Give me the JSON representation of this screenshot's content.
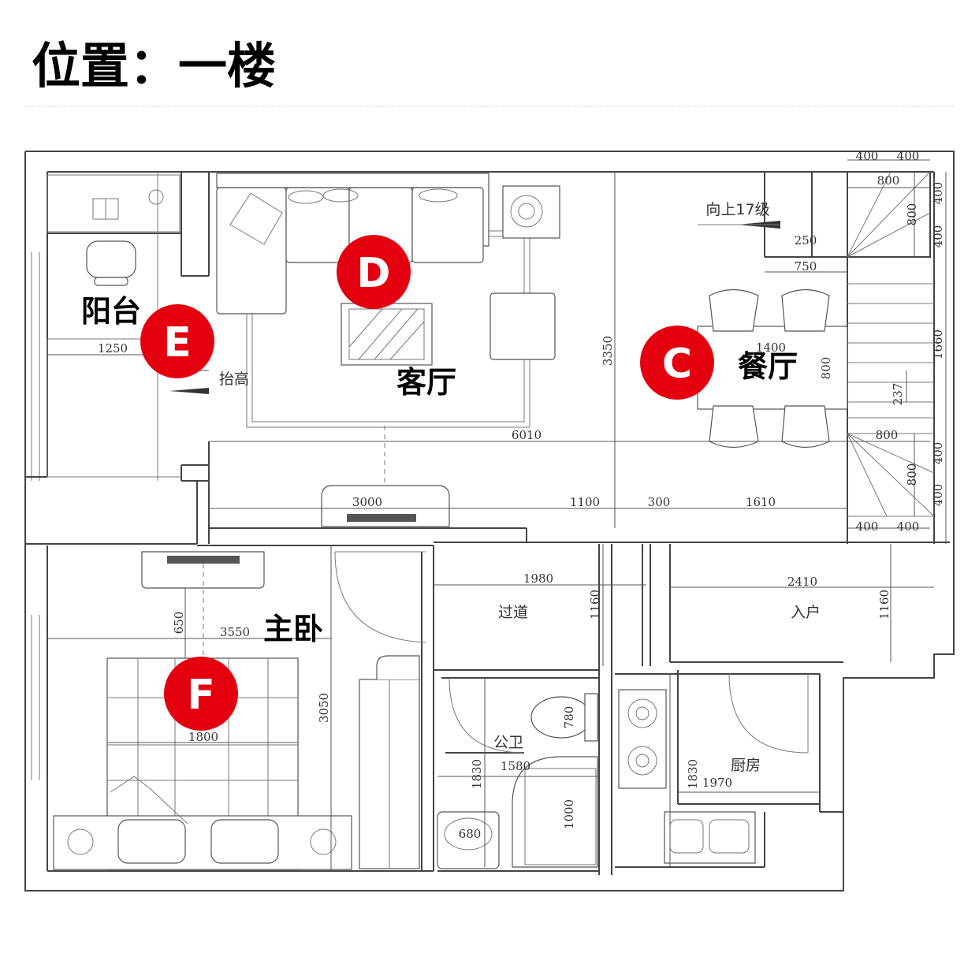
{
  "title": "位置：一楼",
  "rooms": {
    "living_room": "客厅",
    "dining_room": "餐厅",
    "balcony": "阳台",
    "master_bedroom": "主卧",
    "corridor": "过道",
    "entrance": "入户",
    "bathroom": "公卫",
    "kitchen": "厨房"
  },
  "notes": {
    "stairs_up": "向上17级",
    "raised_floor": "抬高"
  },
  "markers": {
    "living_room": "D",
    "dining_room": "C",
    "balcony": "E",
    "master_bedroom": "F"
  },
  "dimensions": {
    "stair_top_left": "400",
    "stair_top_right": "400",
    "stair_width_top": "800",
    "stair_run_top": "800",
    "stair_right_top_a": "400",
    "stair_right_top_b": "400",
    "landing_250": "250",
    "landing_750": "750",
    "stair_run_mid": "1660",
    "step_237": "237",
    "stair_width_bottom": "800",
    "stair_run_bottom": "800",
    "stair_right_bottom_a": "400",
    "stair_right_bottom_b": "400",
    "stair_bottom_left": "400",
    "stair_bottom_right": "400",
    "living_height": "3350",
    "dining_table_length": "1400",
    "dining_table_width": "800",
    "balcony_width": "1250",
    "living_total_width": "6010",
    "tv_wall": "3000",
    "segment_1100": "1100",
    "segment_300": "300",
    "segment_1610": "1610",
    "corridor_length": "1980",
    "corridor_width": "1160",
    "entrance_length": "2410",
    "entrance_width": "1160",
    "bedroom_offset": "650",
    "bedroom_width": "3550",
    "bedroom_depth": "3050",
    "bed_width": "1800",
    "bath_height": "1830",
    "bath_width": "1580",
    "toilet_depth": "780",
    "shower_depth": "1000",
    "basin_width": "680",
    "kitchen_height": "1830",
    "kitchen_width": "1970"
  },
  "colors": {
    "marker": "#e3000f",
    "lines": "#444444"
  }
}
